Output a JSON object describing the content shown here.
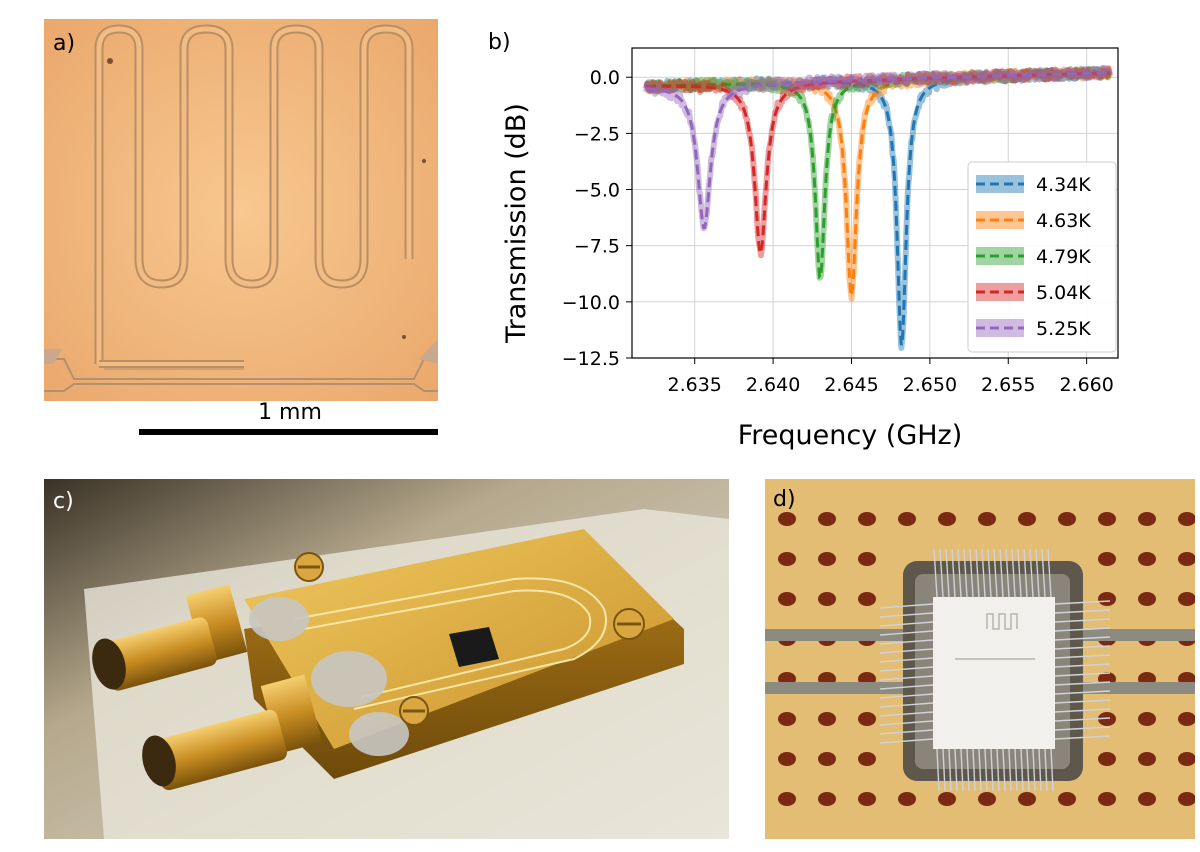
{
  "figure": {
    "panel_a": {
      "label": "a)",
      "scale_bar_label": "1 mm"
    },
    "panel_b": {
      "label": "b)"
    },
    "panel_c": {
      "label": "c)"
    },
    "panel_d": {
      "label": "d)"
    }
  },
  "colors": {
    "chip_background": "#f0b37a",
    "gold": "#d9a636",
    "board": "#e7c277"
  },
  "chart_data": {
    "type": "line",
    "xlabel": "Frequency (GHz)",
    "ylabel": "Transmission (dB)",
    "xlim": [
      2.631,
      2.662
    ],
    "ylim": [
      -12.5,
      1.3
    ],
    "xticks": [
      "2.635",
      "2.640",
      "2.645",
      "2.650",
      "2.655",
      "2.660"
    ],
    "yticks": [
      "0.0",
      "−2.5",
      "−5.0",
      "−7.5",
      "−10.0",
      "−12.5"
    ],
    "grid": true,
    "legend_position": "right",
    "series": [
      {
        "name": "4.34K",
        "color": "#1f77b4",
        "center": 2.6482,
        "min_db": -11.9,
        "width": 0.00035
      },
      {
        "name": "4.63K",
        "color": "#ff7f0e",
        "center": 2.645,
        "min_db": -9.6,
        "width": 0.0004
      },
      {
        "name": "4.79K",
        "color": "#2ca02c",
        "center": 2.643,
        "min_db": -8.8,
        "width": 0.00037
      },
      {
        "name": "5.04K",
        "color": "#d62728",
        "center": 2.6392,
        "min_db": -7.6,
        "width": 0.00045
      },
      {
        "name": "5.25K",
        "color": "#9467bd",
        "center": 2.6356,
        "min_db": -6.4,
        "width": 0.0005
      }
    ],
    "baseline_db": [
      -0.4,
      0.2
    ]
  }
}
